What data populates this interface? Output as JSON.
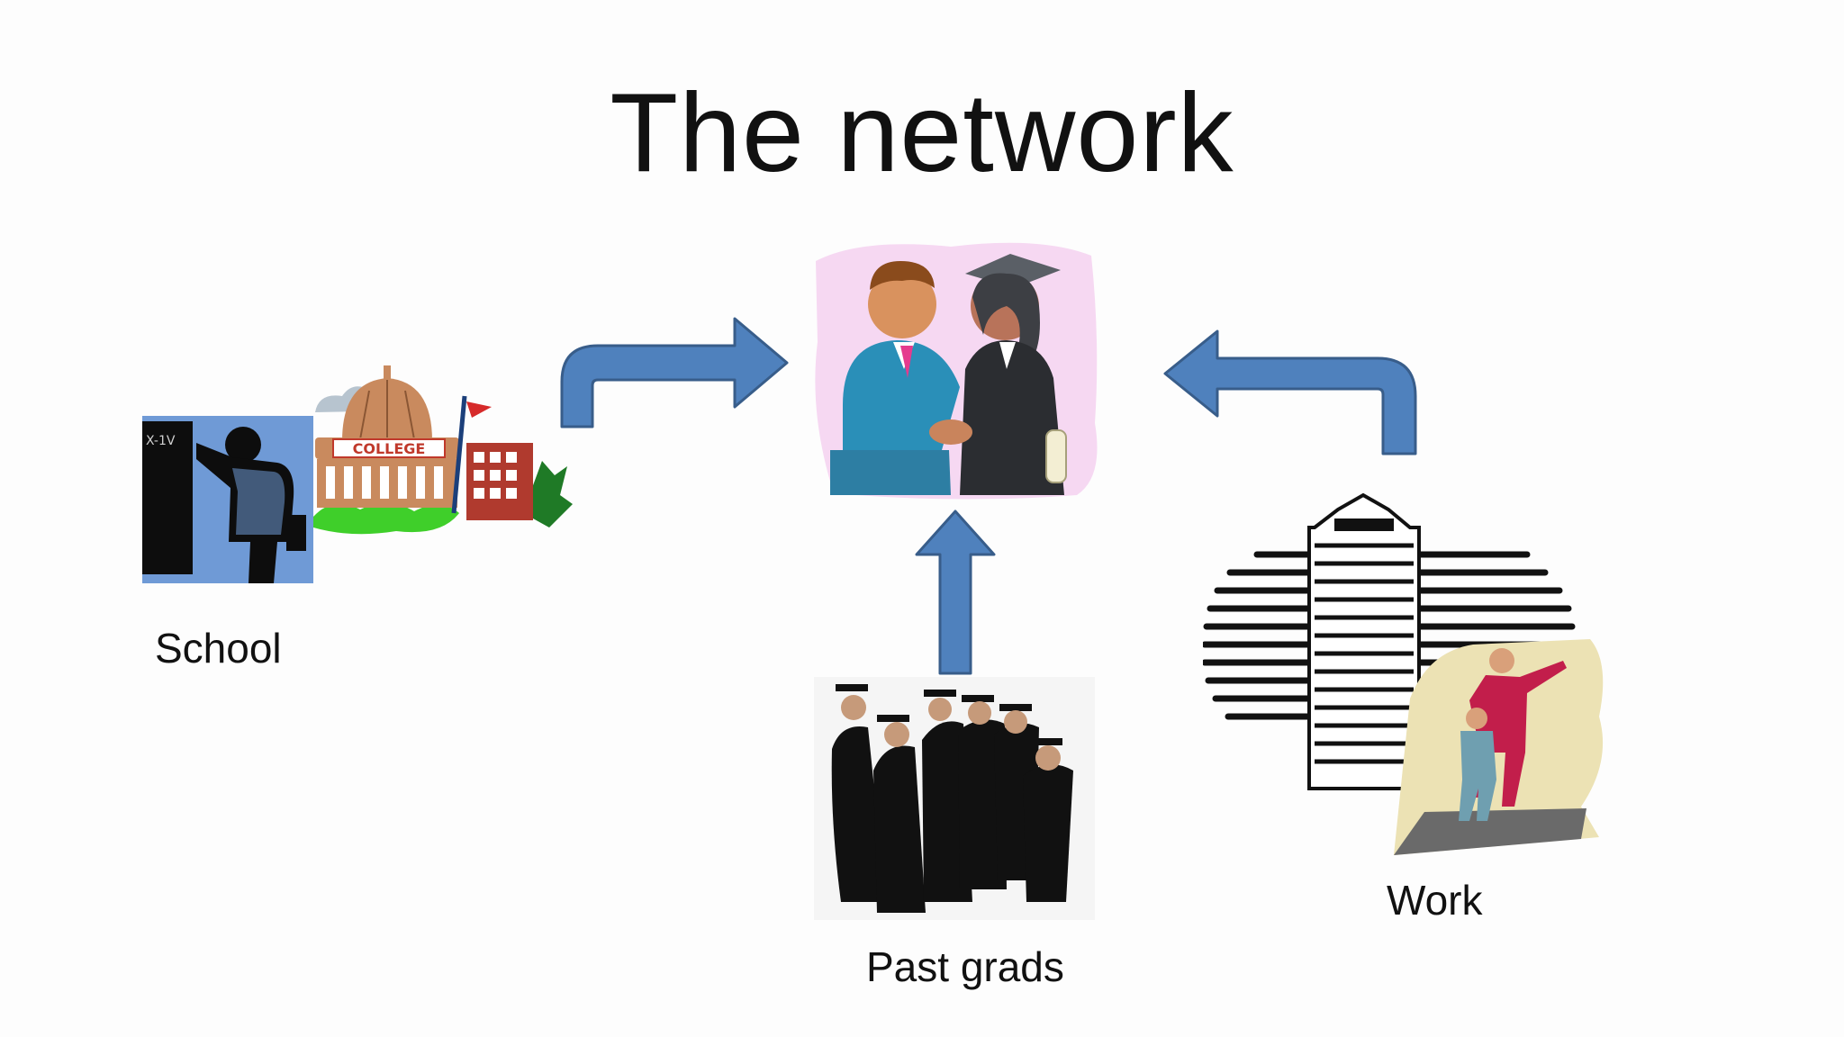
{
  "slide": {
    "title": "The network",
    "nodes": [
      {
        "id": "school",
        "label": "School",
        "clipart": [
          "teacher-at-chalkboard",
          "college-building"
        ],
        "chalkboard_text": "X-1V",
        "building_sign": "COLLEGE"
      },
      {
        "id": "past-grads",
        "label": "Past grads",
        "clipart": [
          "graduates-group-photo"
        ]
      },
      {
        "id": "work",
        "label": "Work",
        "clipart": [
          "office-skyscraper",
          "businessmen-walking"
        ]
      },
      {
        "id": "network",
        "label": "",
        "clipart": [
          "handshake-graduate"
        ]
      }
    ],
    "arrows": [
      {
        "from": "school",
        "to": "network"
      },
      {
        "from": "past-grads",
        "to": "network"
      },
      {
        "from": "work",
        "to": "network"
      }
    ],
    "colors": {
      "arrow_fill": "#4f81bd",
      "arrow_stroke": "#385d8a",
      "text": "#111111"
    }
  }
}
